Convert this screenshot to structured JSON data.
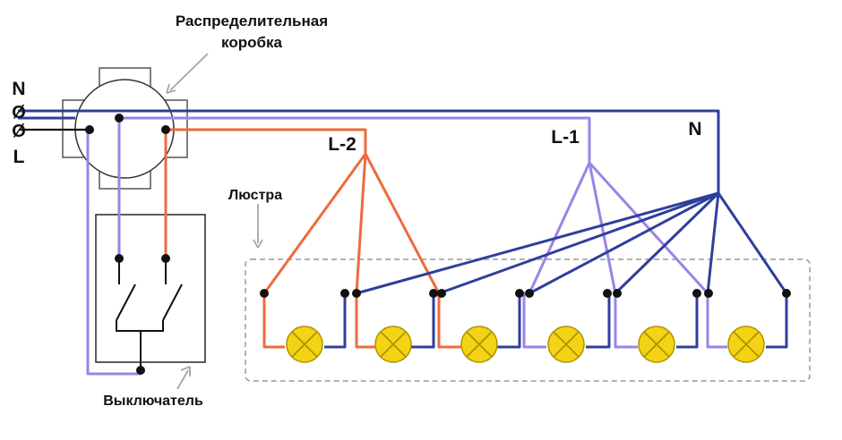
{
  "labels": {
    "junction_box_line1": "Распределительная",
    "junction_box_line2": "коробка",
    "chandelier": "Люстра",
    "switch": "Выключатель",
    "neutral_input": "N",
    "line_input": "L",
    "terminal_symbol": "Ø",
    "line_group_2": "L-2",
    "line_group_1": "L-1",
    "neutral_group": "N"
  },
  "colors": {
    "neutral_wire": "#2e3f9c",
    "line1_wire": "#9a84e6",
    "line2_wire": "#ee6b3d",
    "input_line_wire": "#111111",
    "lamp_fill": "#f3d313",
    "lamp_stroke": "#b09300",
    "chandelier_border": "#9a9a9a",
    "outline": "#333333"
  }
}
